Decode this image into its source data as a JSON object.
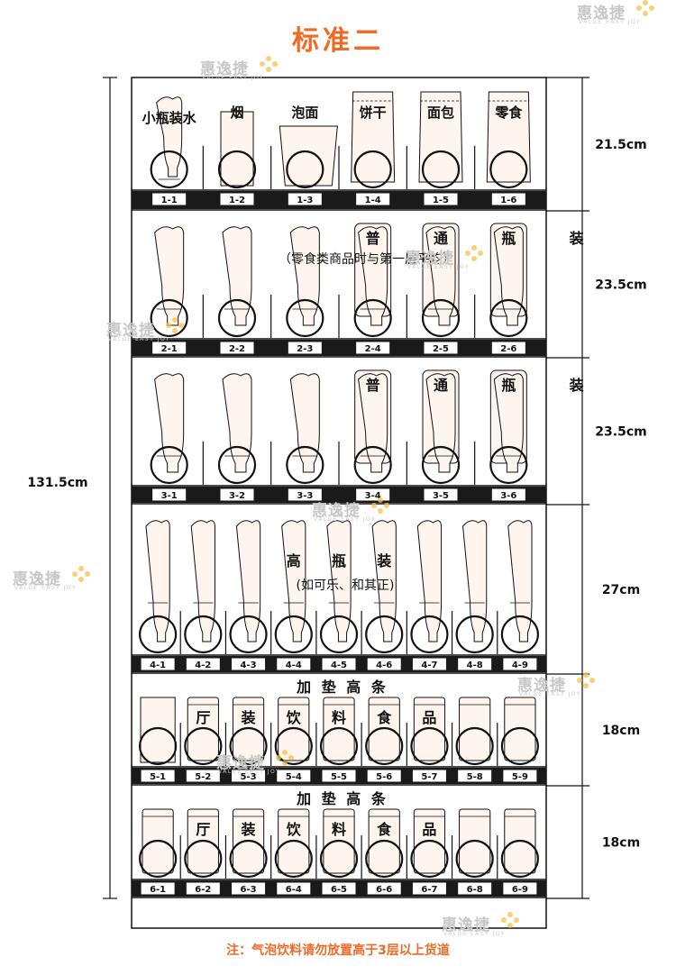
{
  "title": "标准二",
  "footnote": "注：气泡饮料请勿放置高于3层以上货道",
  "total_height": "131.5cm",
  "watermark": {
    "text": "惠逸捷",
    "sub": "VALUE EASY JOY"
  },
  "rows": [
    {
      "height": "21.5cm",
      "slots": [
        "1-1",
        "1-2",
        "1-3",
        "1-4",
        "1-5",
        "1-6"
      ],
      "items": [
        "小瓶装水",
        "烟",
        "泡面",
        "饼干",
        "面包",
        "零食"
      ]
    },
    {
      "height": "23.5cm",
      "slots": [
        "2-1",
        "2-2",
        "2-3",
        "2-4",
        "2-5",
        "2-6"
      ],
      "label": [
        "普",
        "通",
        "瓶",
        "装"
      ],
      "note": "（零食类商品时与第一层平均）"
    },
    {
      "height": "23.5cm",
      "slots": [
        "3-1",
        "3-2",
        "3-3",
        "3-4",
        "3-5",
        "3-6"
      ],
      "label": [
        "普",
        "通",
        "瓶",
        "装"
      ]
    },
    {
      "height": "27cm",
      "slots": [
        "4-1",
        "4-2",
        "4-3",
        "4-4",
        "4-5",
        "4-6",
        "4-7",
        "4-8",
        "4-9"
      ],
      "label": [
        "高",
        "瓶",
        "装"
      ],
      "note": "(如可乐、和其正)"
    },
    {
      "height": "18cm",
      "slots": [
        "5-1",
        "5-2",
        "5-3",
        "5-4",
        "5-5",
        "5-6",
        "5-7",
        "5-8",
        "5-9"
      ],
      "header": "加 垫 高 条",
      "label": [
        "厅",
        "装",
        "饮",
        "料",
        "食",
        "品"
      ]
    },
    {
      "height": "18cm",
      "slots": [
        "6-1",
        "6-2",
        "6-3",
        "6-4",
        "6-5",
        "6-6",
        "6-7",
        "6-8",
        "6-9"
      ],
      "header": "加 垫 高 条",
      "label": [
        "厅",
        "装",
        "饮",
        "料",
        "食",
        "品"
      ]
    }
  ],
  "colors": {
    "accent": "#f06a26",
    "ink": "#111111",
    "fill": "#fdf5ee",
    "watermark_dots": "#f5c246"
  }
}
